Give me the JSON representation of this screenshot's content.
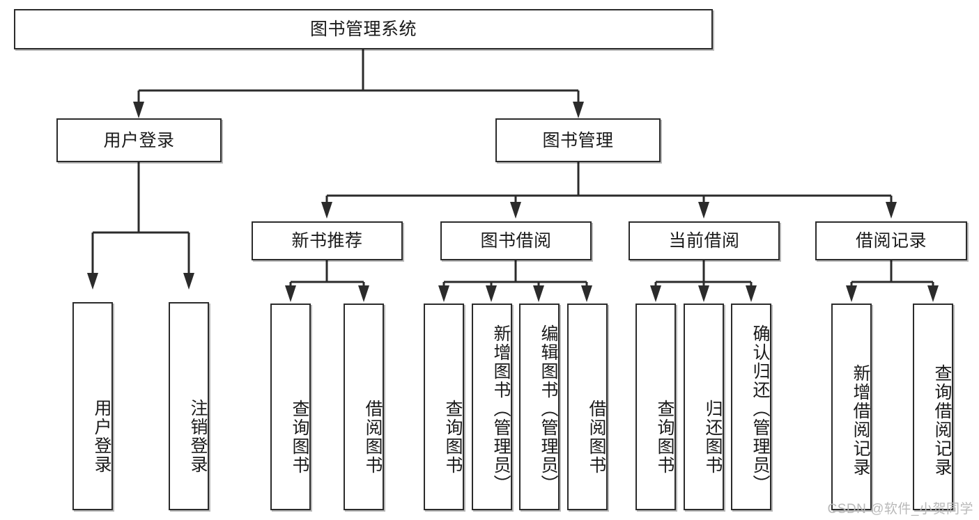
{
  "diagram": {
    "title": "图书管理系统",
    "type": "tree-hierarchy-diagram",
    "colors": {
      "box_border": "#2b2b2b",
      "box_fill": "#ffffff",
      "connector": "#2b2b2b",
      "text": "#1a1a1a",
      "watermark": "#b9b9b9",
      "background": "#ffffff"
    },
    "root": {
      "label": "图书管理系统"
    },
    "level1": [
      {
        "label": "用户登录"
      },
      {
        "label": "图书管理"
      }
    ],
    "level2": [
      {
        "label": "新书推荐"
      },
      {
        "label": "图书借阅"
      },
      {
        "label": "当前借阅"
      },
      {
        "label": "借阅记录"
      }
    ],
    "leaves": {
      "user_login": [
        {
          "label": "用户登录"
        },
        {
          "label": "注销登录"
        }
      ],
      "new_book_recommend": [
        {
          "label": "查询图书"
        },
        {
          "label": "借阅图书"
        }
      ],
      "book_borrow": [
        {
          "label": "查询图书"
        },
        {
          "label": "新增图书（管理员）"
        },
        {
          "label": "编辑图书（管理员）"
        },
        {
          "label": "借阅图书"
        }
      ],
      "current_borrow": [
        {
          "label": "查询图书"
        },
        {
          "label": "归还图书"
        },
        {
          "label": "确认归还（管理员）"
        }
      ],
      "borrow_record": [
        {
          "label": "新增借阅记录"
        },
        {
          "label": "查询借阅记录"
        }
      ]
    },
    "watermark": "CSDN @软件_小贺同学"
  }
}
